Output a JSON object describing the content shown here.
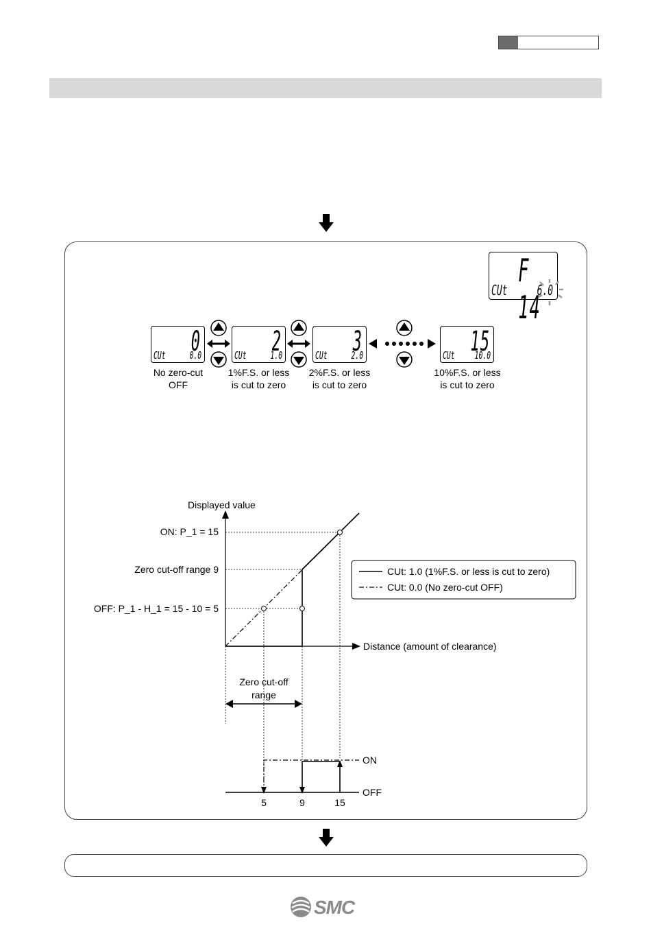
{
  "lcd_steps": [
    {
      "big": "0",
      "small_left": "CUt",
      "small_right": "0.0",
      "caption": "No zero-cut\nOFF"
    },
    {
      "big": "2",
      "small_left": "CUt",
      "small_right": "1.0",
      "caption": "1%F.S. or less\nis cut to zero"
    },
    {
      "big": "3",
      "small_left": "CUt",
      "small_right": "2.0",
      "caption": "2%F.S. or less\nis cut to zero"
    },
    {
      "big": "15",
      "small_left": "CUt",
      "small_right": "10.0",
      "caption": "10%F.S. or less\nis cut to zero"
    }
  ],
  "function_display": {
    "big": "F 14",
    "small_left": "CUt",
    "small_right": "6.0"
  },
  "graph": {
    "y_axis_label": "Displayed value",
    "x_axis_label": "Distance (amount of clearance)",
    "on_label": "ON: P_1 = 15",
    "range_label": "Zero cut-off range 9",
    "off_label": "OFF: P_1 - H_1 = 15 - 10 = 5",
    "range_caption_line1": "Zero cut-off",
    "range_caption_line2": "range",
    "legend": [
      {
        "style": "solid",
        "text": "CUt: 1.0 (1%F.S. or less is cut to zero)"
      },
      {
        "style": "dashdot",
        "text": "CUt: 0.0 (No zero-cut OFF)"
      }
    ]
  },
  "output_chart": {
    "on_label": "ON",
    "off_label": "OFF",
    "ticks": [
      "5",
      "9",
      "15"
    ]
  },
  "footer": {
    "logo_text": "SMC"
  }
}
